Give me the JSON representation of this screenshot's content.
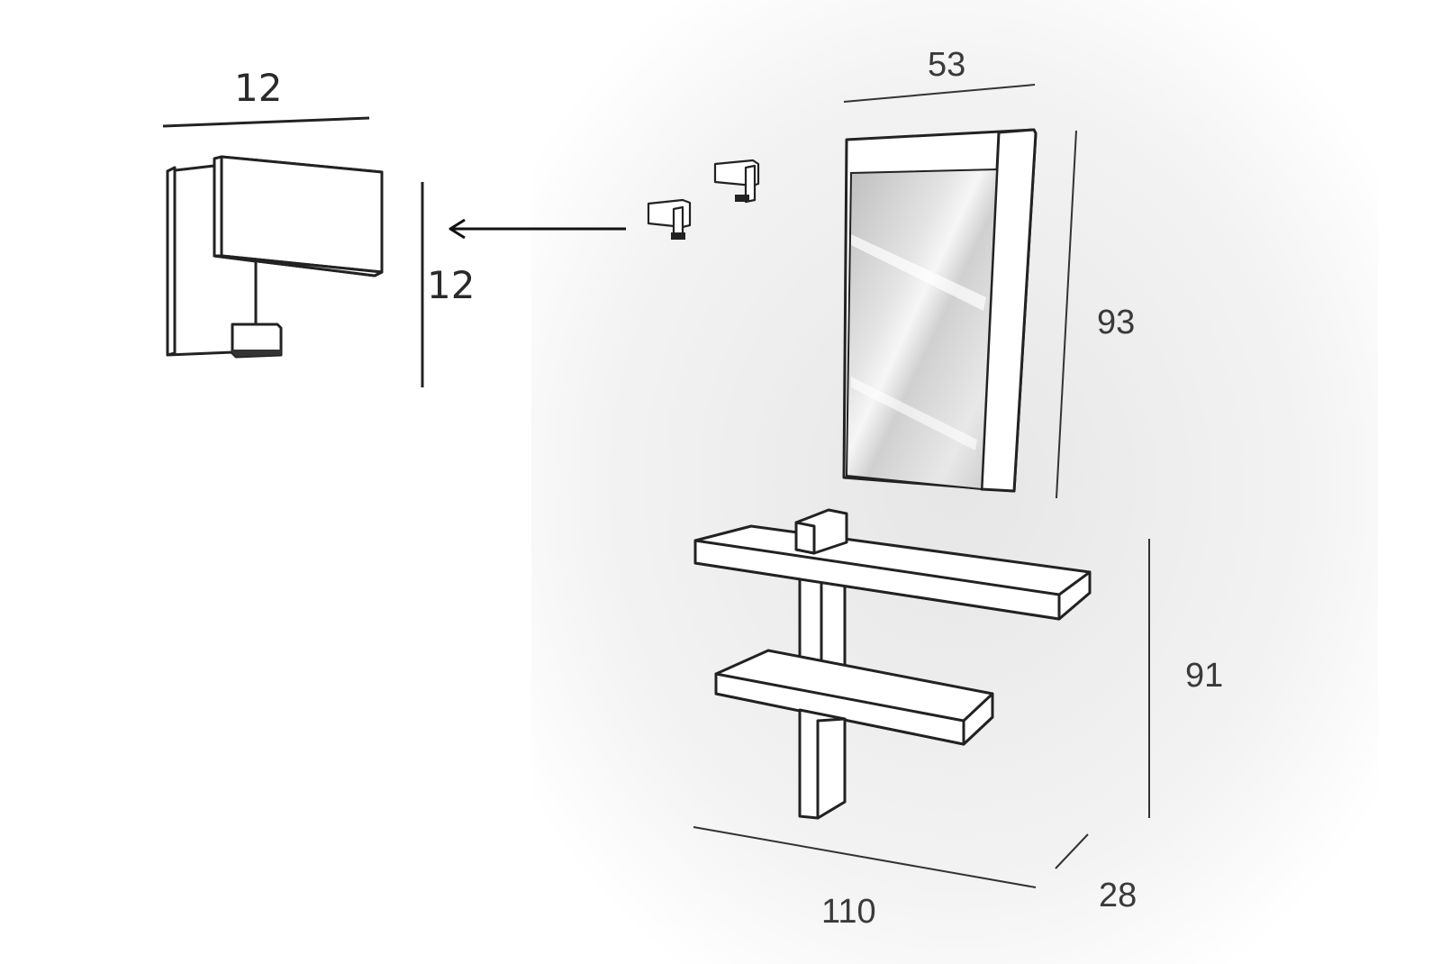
{
  "dimensions": {
    "hook_width": "12",
    "hook_height": "12",
    "mirror_width": "53",
    "mirror_height": "93",
    "console_height": "91",
    "console_width": "110",
    "console_depth": "28"
  },
  "colors": {
    "line": "#222222",
    "text": "#2a2a2a",
    "background": "#ffffff",
    "shadow": "#e9e9e9",
    "glass": "#d4d4d4"
  }
}
